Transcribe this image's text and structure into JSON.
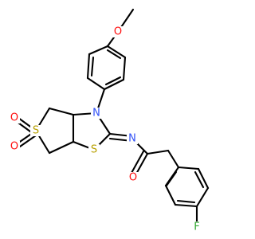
{
  "colors": {
    "bond": "#000000",
    "carbon": "#000000",
    "oxygen": "#ff0d0d",
    "nitrogen": "#3050f8",
    "sulfur": "#b8a000",
    "fluorine": "#33aa33",
    "background": "#ffffff"
  },
  "atoms": {
    "methoxy_o": "O",
    "sulfone_s": "S",
    "sulfone_o_top": "O",
    "sulfone_o_bottom": "O",
    "ring_n": "N",
    "ring_s": "S",
    "imine_n": "N",
    "carbonyl_o": "O",
    "fluorine": "F"
  }
}
